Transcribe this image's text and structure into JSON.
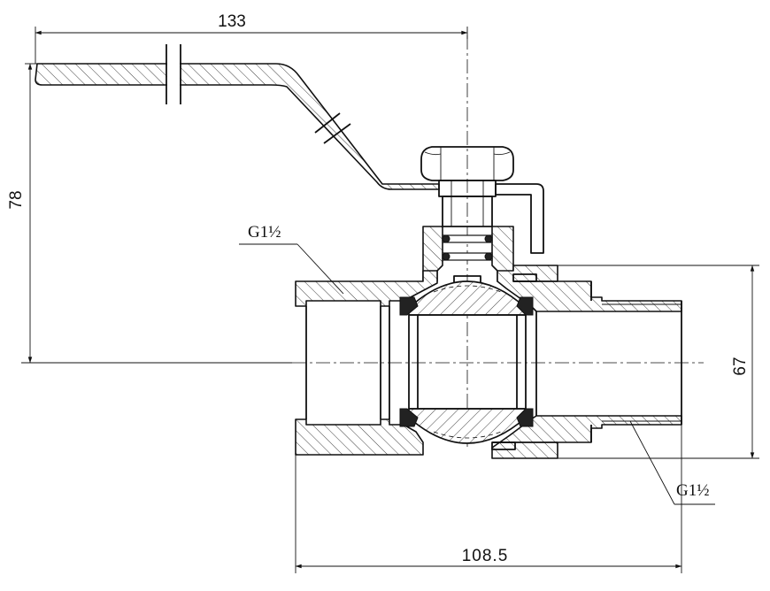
{
  "dimensions": {
    "handle_length": "133",
    "height": "78",
    "body_height": "67",
    "body_length": "108.5"
  },
  "threads": {
    "inlet": "G1½",
    "outlet": "G1½"
  }
}
